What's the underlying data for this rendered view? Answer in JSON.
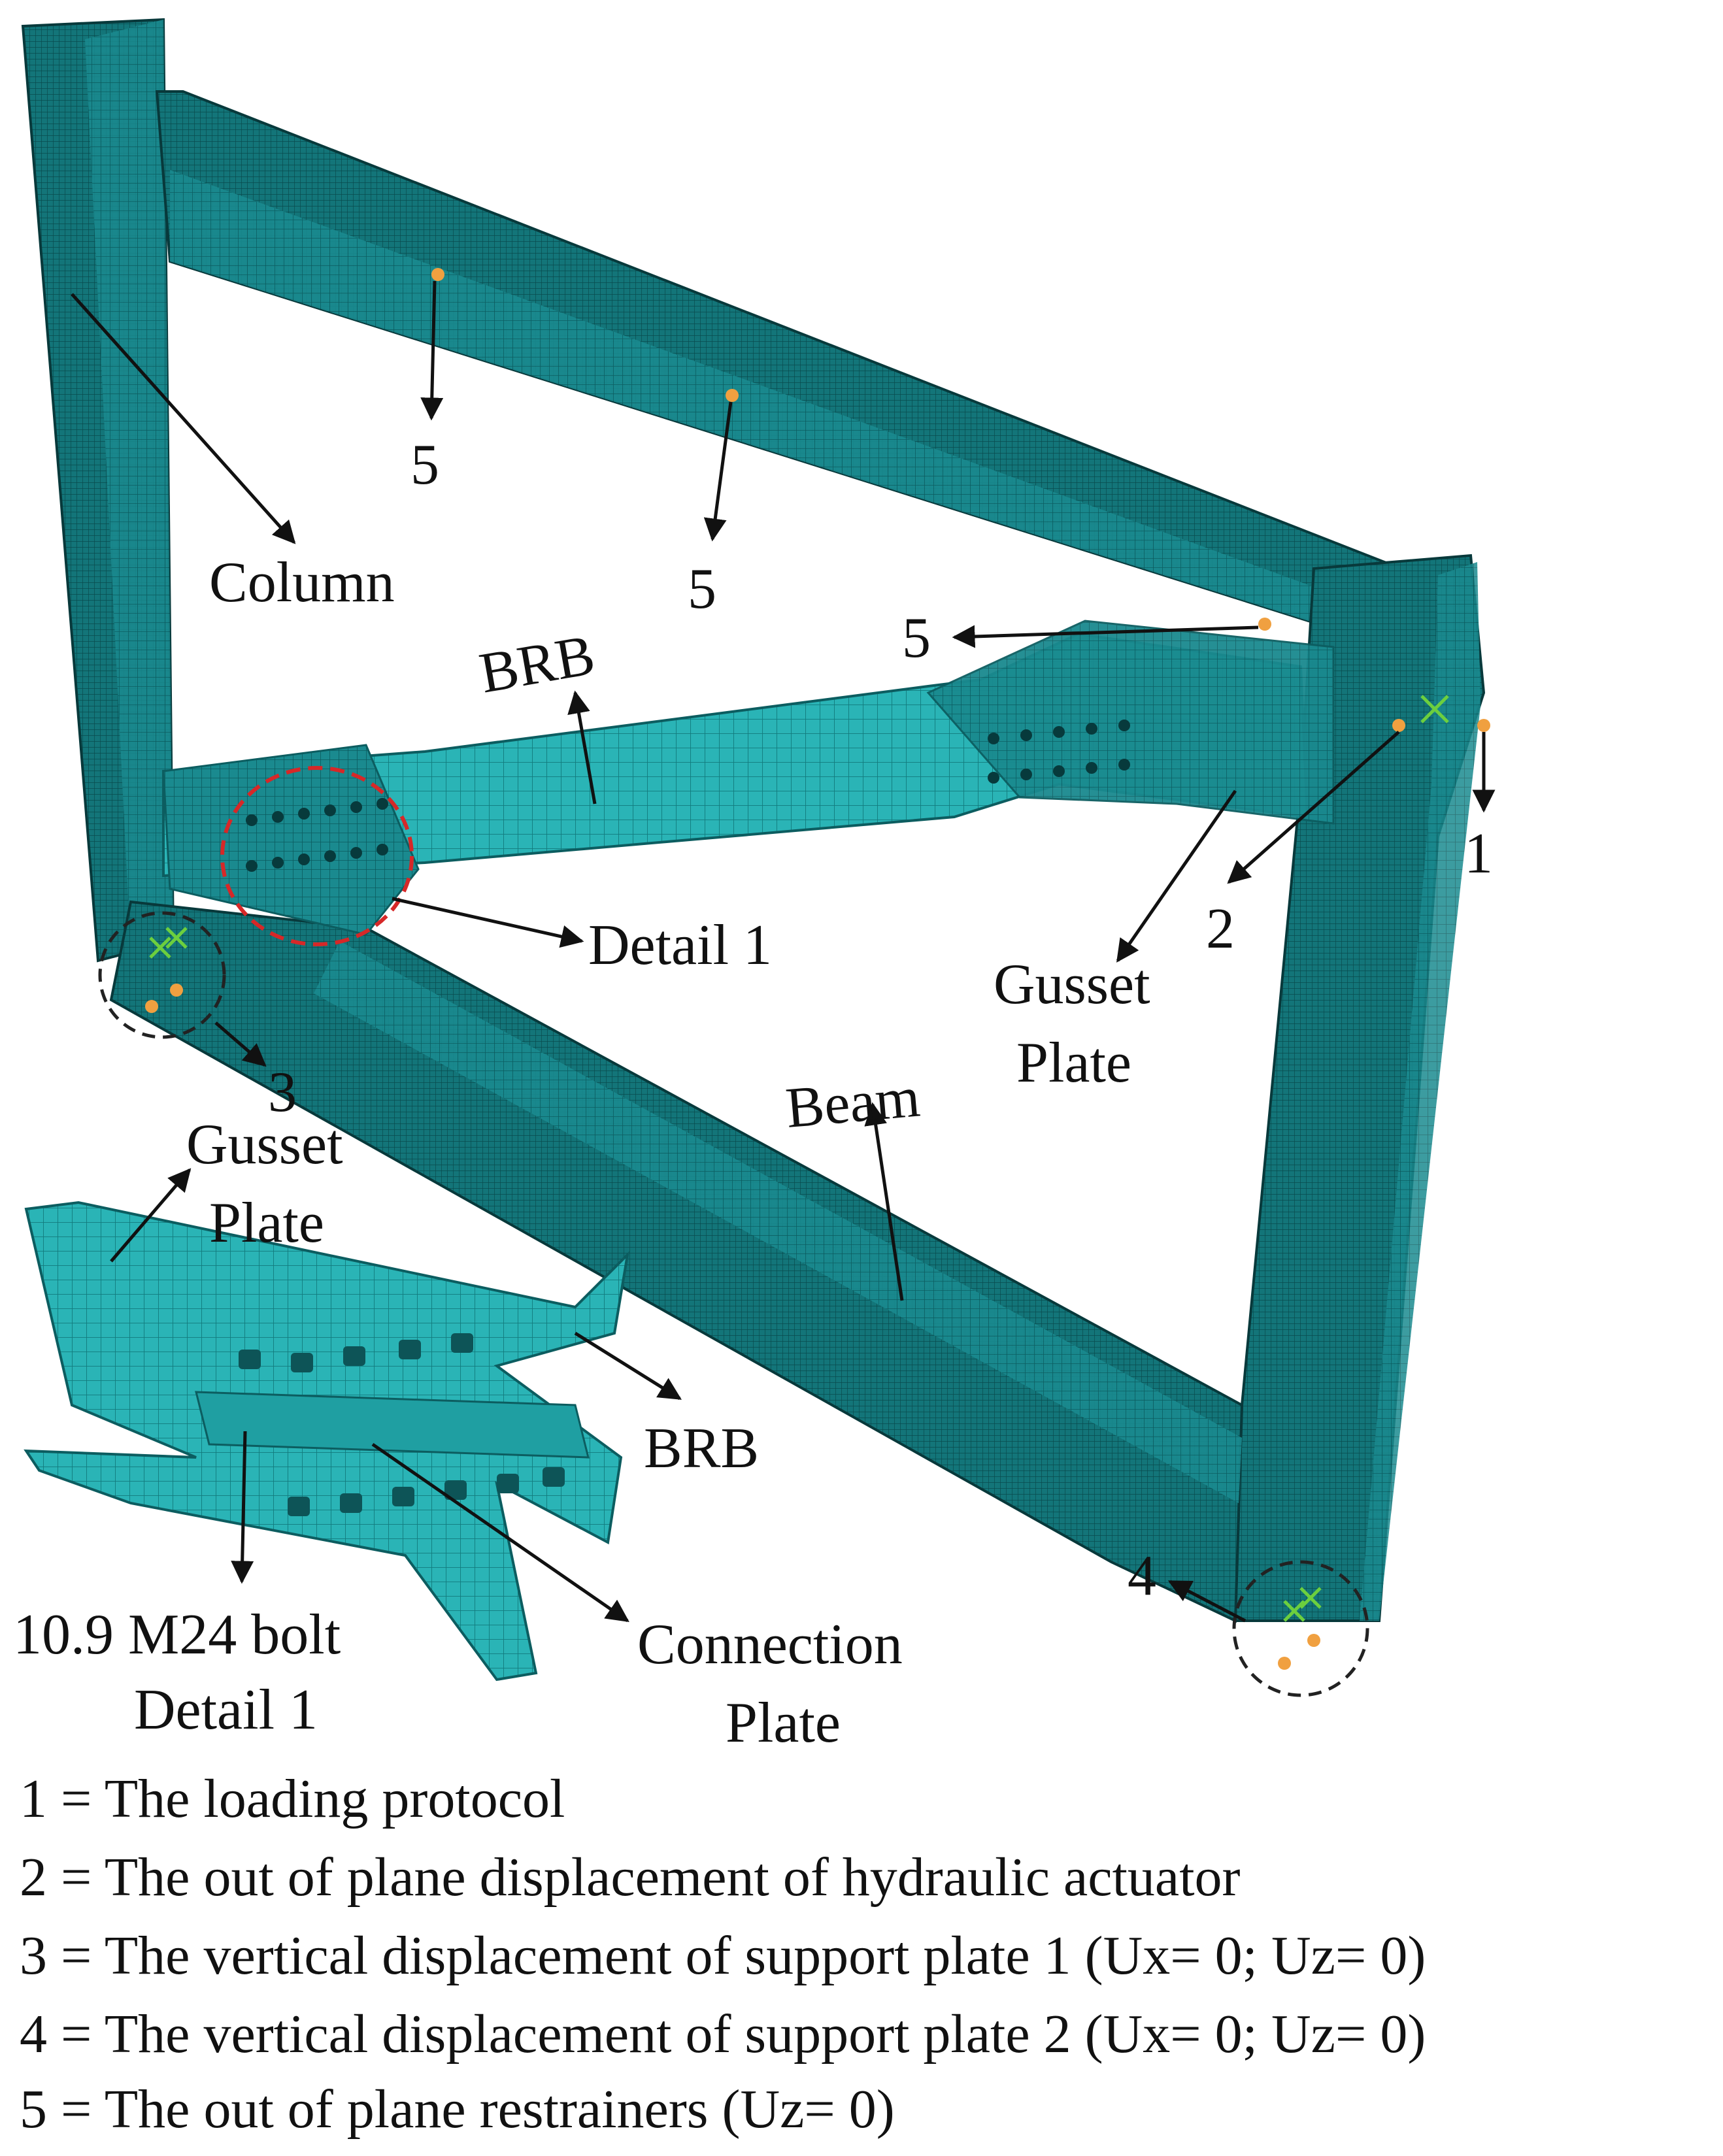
{
  "figure": {
    "colors": {
      "mesh_fill": "#1a8a8f",
      "mesh_dark": "#0f6b70",
      "mesh_light": "#2bb7b8",
      "detail_fill": "#29b0b3",
      "bc_orange": "#f0a040",
      "bc_green": "#6ccf3e",
      "detail_circle_red": "#d62828",
      "support_circle": "#222222",
      "arrow": "#111111"
    },
    "labels": {
      "column": "Column",
      "brb_top": "BRB",
      "detail1_pointer": "Detail 1",
      "gusset_plate_right_1": "Gusset",
      "gusset_plate_right_2": "Plate",
      "beam": "Beam",
      "gusset_plate_inset_1": "Gusset",
      "gusset_plate_inset_2": "Plate",
      "brb_inset": "BRB",
      "bolt": "10.9 M24 bolt",
      "detail1_caption": "Detail 1",
      "connection_plate_1": "Connection",
      "connection_plate_2": "Plate"
    },
    "markers": {
      "n1": "1",
      "n2": "2",
      "n3": "3",
      "n4": "4",
      "n5a": "5",
      "n5b": "5",
      "n5c": "5"
    },
    "legend": [
      "1 = The loading protocol",
      "2 = The out of plane displacement of hydraulic actuator",
      "3 = The vertical displacement of support plate 1 (Ux= 0; Uz= 0)",
      "4 = The vertical displacement of support plate 2 (Ux= 0; Uz= 0)",
      "5 = The out of plane restrainers (Uz= 0)"
    ]
  }
}
